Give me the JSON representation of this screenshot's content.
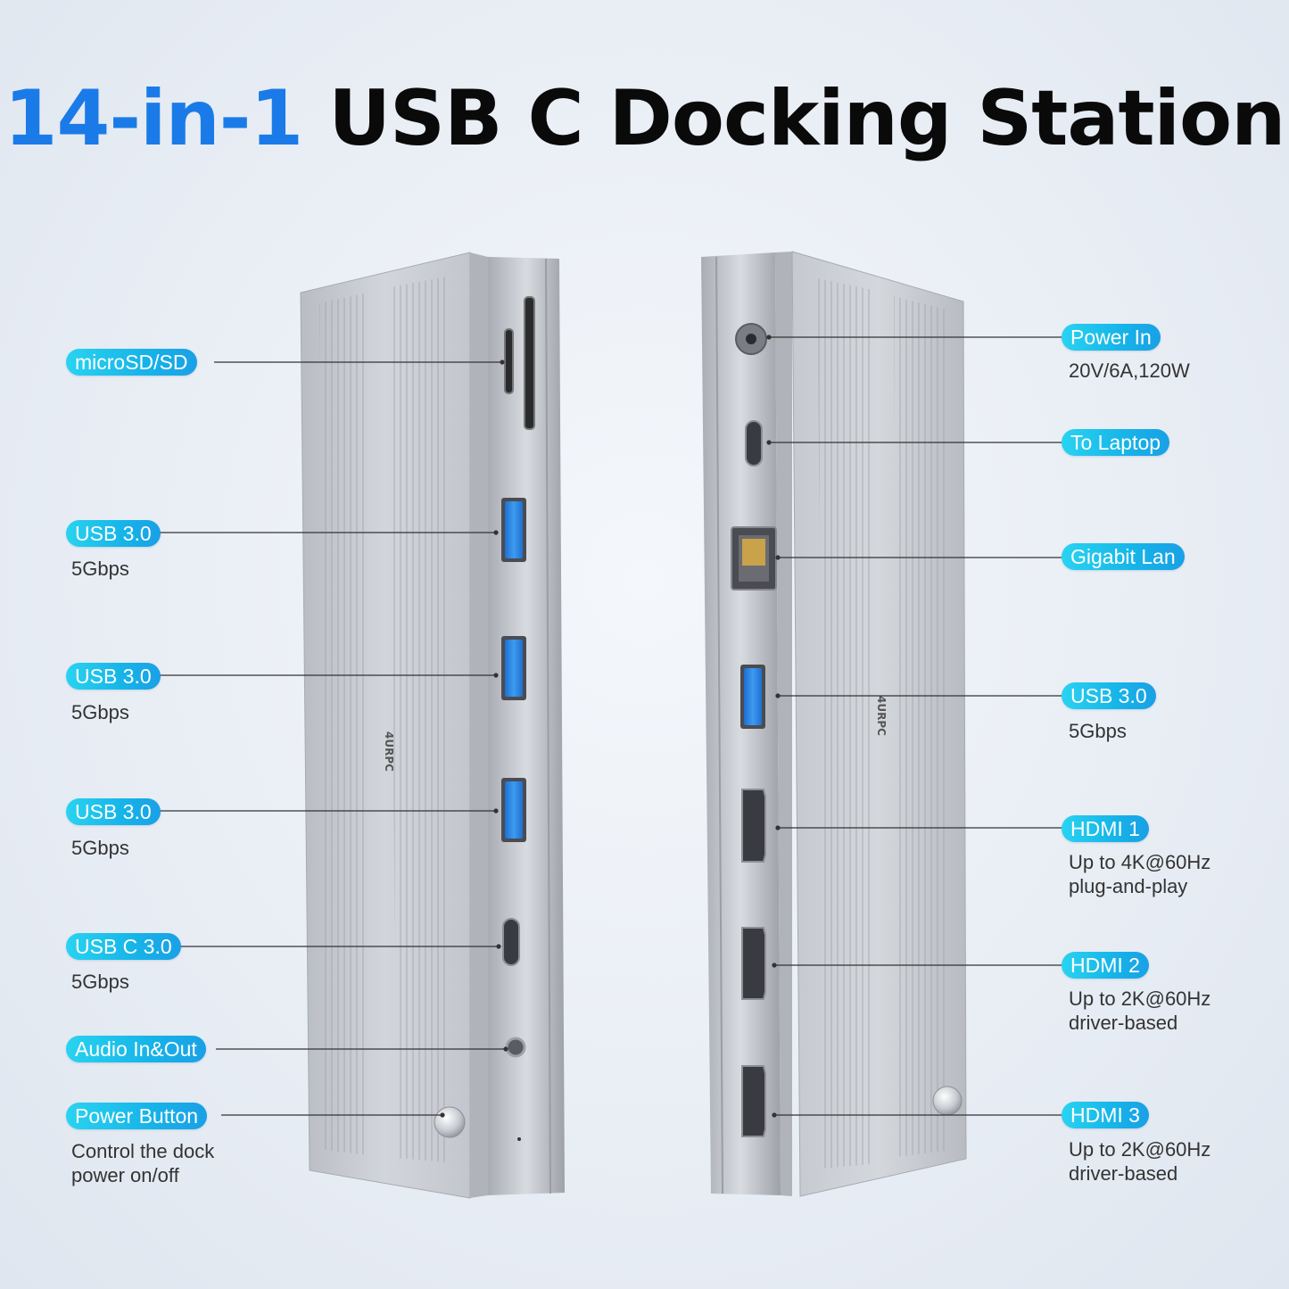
{
  "title": {
    "accent": "14-in-1",
    "main": "USB C Docking Station"
  },
  "left_labels": [
    {
      "label": "microSD/SD",
      "sub": []
    },
    {
      "label": "USB 3.0",
      "sub": [
        "5Gbps"
      ]
    },
    {
      "label": "USB 3.0",
      "sub": [
        "5Gbps"
      ]
    },
    {
      "label": "USB 3.0",
      "sub": [
        "5Gbps"
      ]
    },
    {
      "label": "USB C 3.0",
      "sub": [
        "5Gbps"
      ]
    },
    {
      "label": "Audio In&Out",
      "sub": []
    },
    {
      "label": "Power Button",
      "sub": [
        "Control the dock",
        "power on/off"
      ]
    }
  ],
  "right_labels": [
    {
      "label": "Power In",
      "sub": [
        "20V/6A,120W"
      ]
    },
    {
      "label": "To Laptop",
      "sub": []
    },
    {
      "label": "Gigabit Lan",
      "sub": []
    },
    {
      "label": "USB 3.0",
      "sub": [
        "5Gbps"
      ]
    },
    {
      "label": "HDMI 1",
      "sub": [
        "Up to 4K@60Hz",
        "plug-and-play"
      ]
    },
    {
      "label": "HDMI 2",
      "sub": [
        "Up to 2K@60Hz",
        "driver-based"
      ]
    },
    {
      "label": "HDMI 3",
      "sub": [
        "Up to 2K@60Hz",
        "driver-based"
      ]
    }
  ],
  "brand": "4URPC",
  "colors": {
    "accent_blue": "#1a7be8",
    "pill_cyan": "#16b4e8",
    "usb_blue": "#2e86e0",
    "body_gray": "#c9ccd2"
  }
}
